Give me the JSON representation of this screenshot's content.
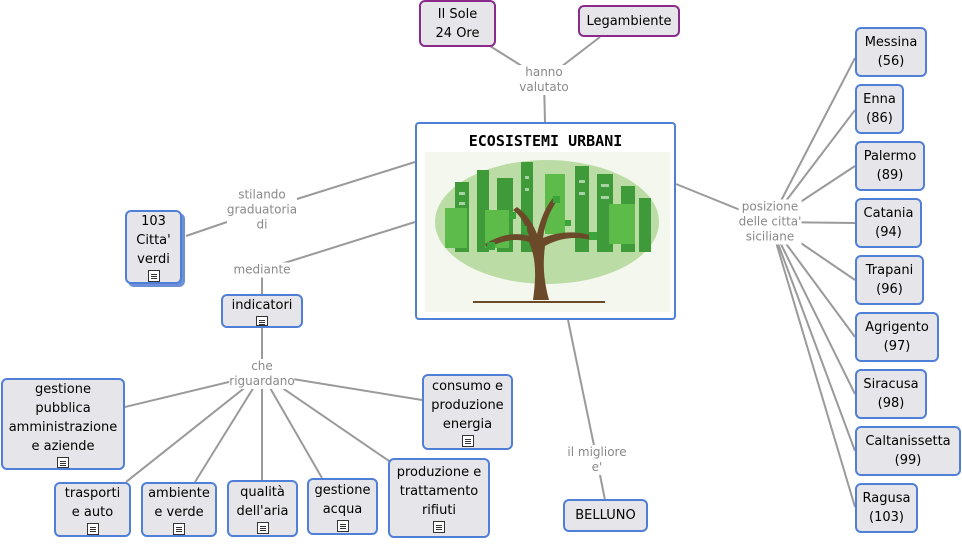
{
  "center": {
    "title": "ECOSISTEMI URBANI"
  },
  "top": {
    "sole": [
      "Il Sole",
      "24 Ore"
    ],
    "legambiente": "Legambiente",
    "link": [
      "hanno",
      "valutato"
    ]
  },
  "left": {
    "link_graduatoria": [
      "stilando",
      "graduatoria",
      "di"
    ],
    "citta_verdi": [
      "103",
      "Citta'",
      "verdi"
    ],
    "link_mediante": "mediante",
    "indicatori": "indicatori",
    "link_riguardano": [
      "che",
      "riguardano"
    ]
  },
  "indicators": [
    [
      "gestione",
      "pubblica",
      "amministrazione",
      "e aziende"
    ],
    [
      "trasporti",
      "e auto"
    ],
    [
      "ambiente",
      "e verde"
    ],
    [
      "qualità",
      "dell'aria"
    ],
    [
      "gestione",
      "acqua"
    ],
    [
      "produzione e",
      "trattamento",
      "rifiuti"
    ],
    [
      "consumo e",
      "produzione",
      "energia"
    ]
  ],
  "bottom": {
    "link": [
      "il migliore",
      "e'"
    ],
    "belluno": "BELLUNO"
  },
  "right": {
    "link": [
      "posizione",
      "delle citta'",
      "siciliane"
    ],
    "cities": [
      [
        "Messina",
        "(56)"
      ],
      [
        "Enna",
        "(86)"
      ],
      [
        "Palermo",
        "(89)"
      ],
      [
        "Catania",
        "(94)"
      ],
      [
        "Trapani",
        "(96)"
      ],
      [
        "Agrigento",
        "(97)"
      ],
      [
        "Siracusa",
        "(98)"
      ],
      [
        "Caltanissetta",
        "(99)"
      ],
      [
        "Ragusa",
        "(103)"
      ]
    ]
  }
}
